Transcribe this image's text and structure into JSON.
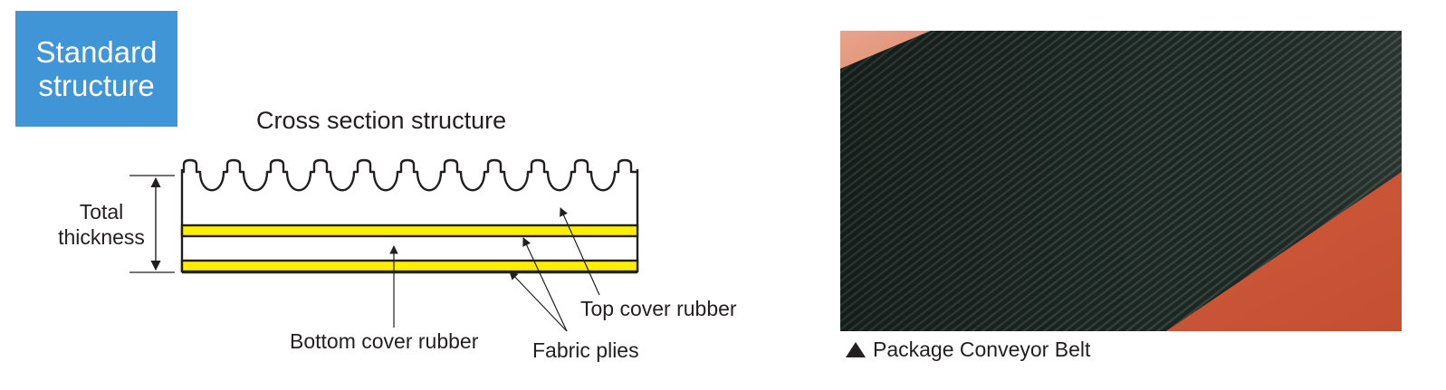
{
  "badge": {
    "line1": "Standard",
    "line2": "structure"
  },
  "diagram": {
    "title": "Cross section structure",
    "labels": {
      "total_thickness_line1": "Total",
      "total_thickness_line2": "thickness",
      "top_cover_rubber": "Top cover rubber",
      "bottom_cover_rubber": "Bottom cover rubber",
      "fabric_plies": "Fabric plies"
    },
    "colors": {
      "fabric_ply": "#ffee00",
      "outline": "#231f20"
    }
  },
  "photo": {
    "caption_icon": "up-triangle-icon",
    "caption": "Package Conveyor Belt",
    "colors": {
      "belt": "#1f2a26",
      "background": "#cf5a3a"
    }
  }
}
